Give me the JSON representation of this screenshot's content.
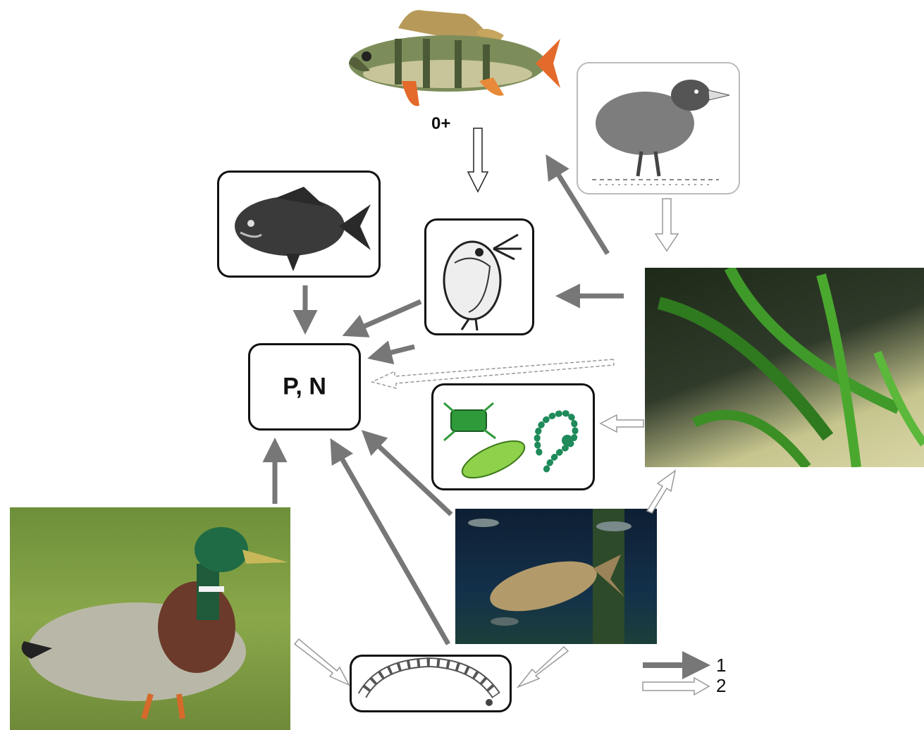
{
  "center": {
    "label": "P, N"
  },
  "perch": {
    "annotation": "0+"
  },
  "legend": {
    "item1": "1",
    "item2": "2"
  },
  "colors": {
    "solid_arrow": "#777777",
    "hollow_arrow": "#999999",
    "box_border": "#111111"
  }
}
